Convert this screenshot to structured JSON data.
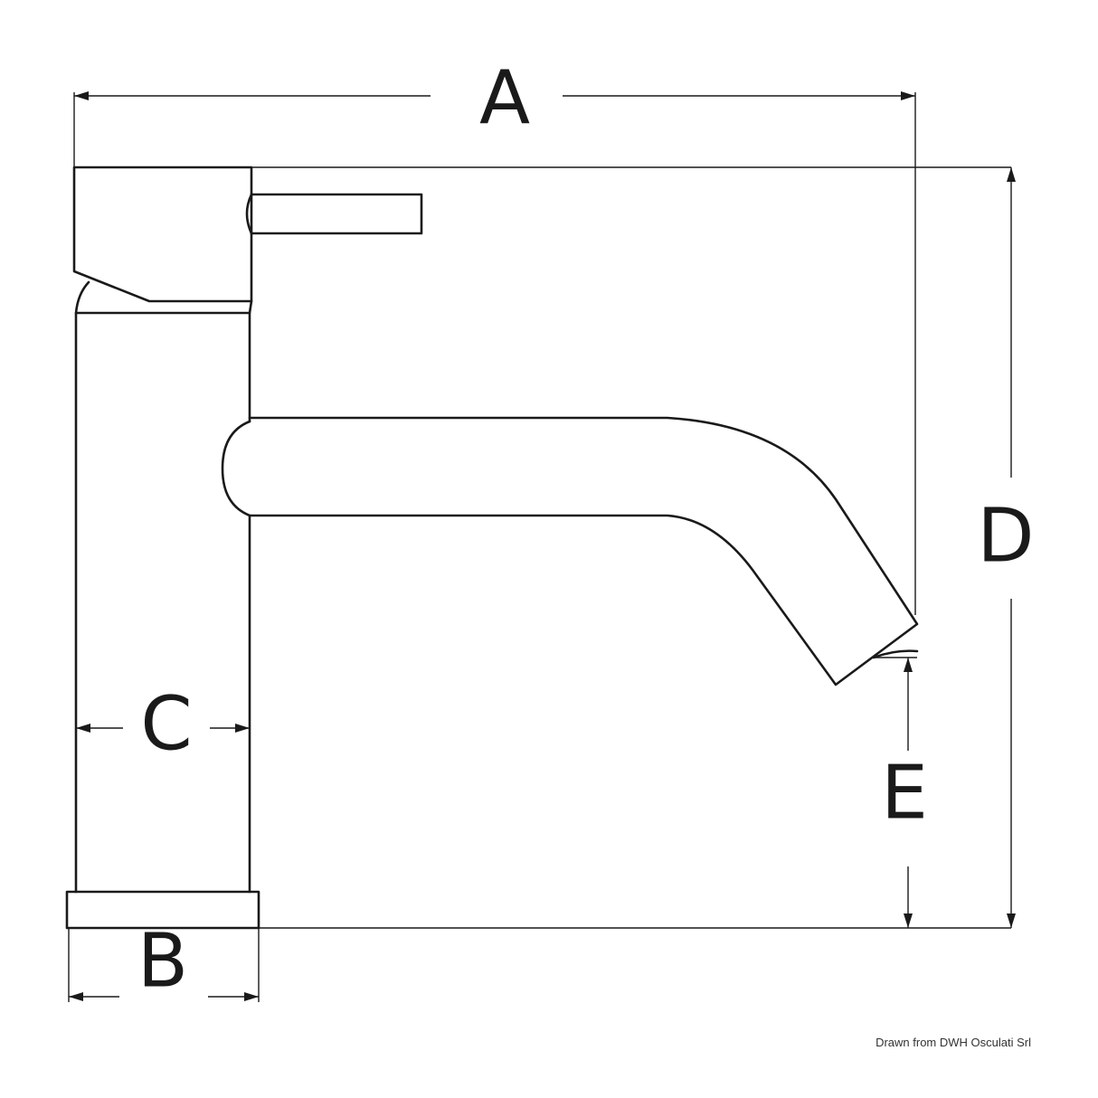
{
  "dimensions": {
    "a": "A",
    "b": "B",
    "c": "C",
    "d": "D",
    "e": "E"
  },
  "credit": "Drawn from DWH Osculati Srl",
  "colors": {
    "line": "#1a1a1a",
    "background": "#ffffff"
  }
}
